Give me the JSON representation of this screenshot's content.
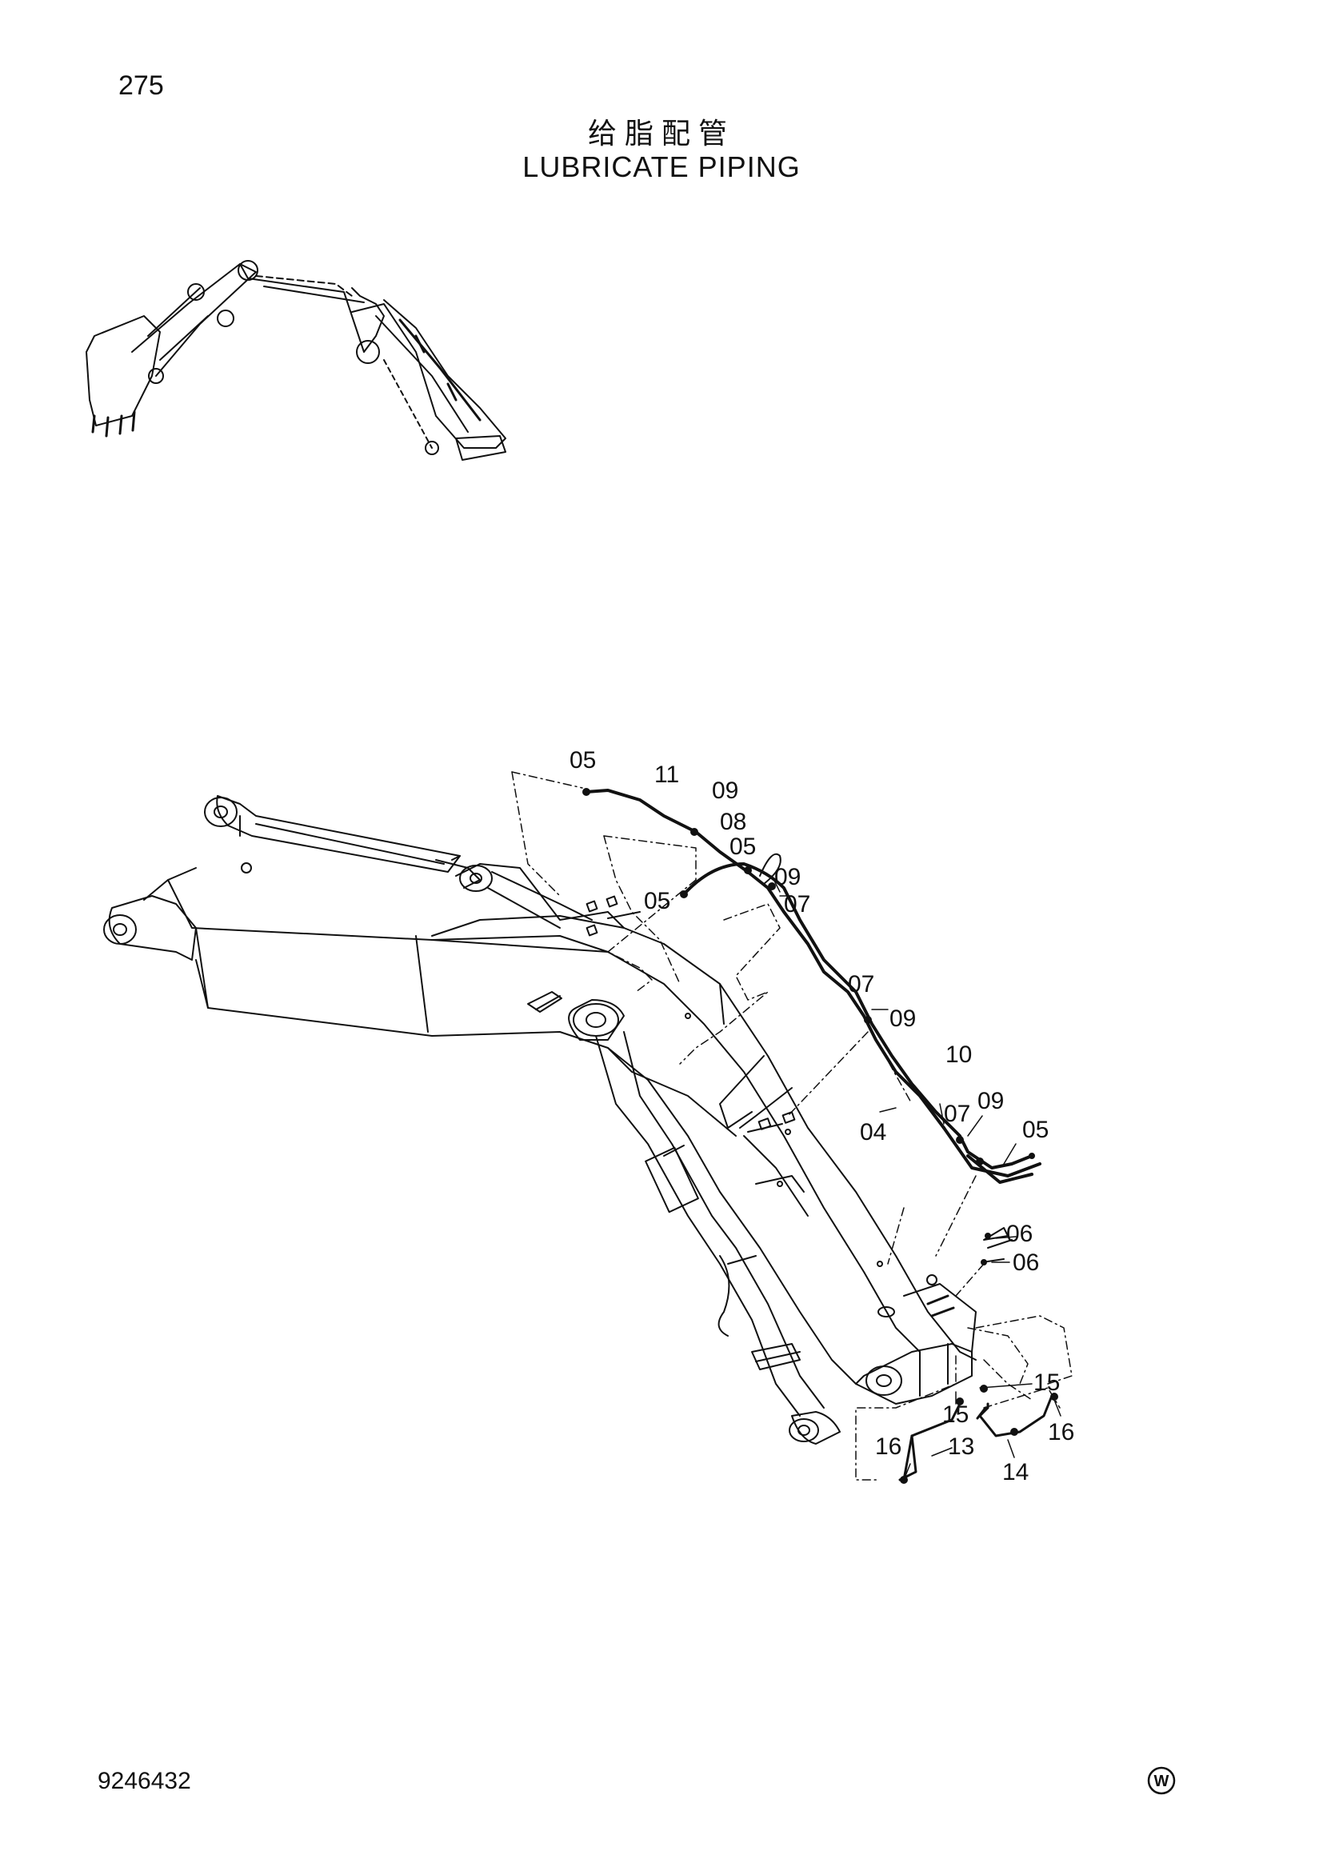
{
  "page": {
    "number": "275",
    "title_cn": "给脂配管",
    "title_en": "LUBRICATE PIPING",
    "document_number": "9246432",
    "mark_letter": "W"
  },
  "callouts": [
    {
      "id": "c-05-top",
      "text": "05"
    },
    {
      "id": "c-11",
      "text": "11"
    },
    {
      "id": "c-09-a",
      "text": "09"
    },
    {
      "id": "c-08",
      "text": "08"
    },
    {
      "id": "c-05-mid",
      "text": "05"
    },
    {
      "id": "c-09-b",
      "text": "09"
    },
    {
      "id": "c-05-left",
      "text": "05"
    },
    {
      "id": "c-07-a",
      "text": "07"
    },
    {
      "id": "c-07-b",
      "text": "07"
    },
    {
      "id": "c-09-c",
      "text": "09"
    },
    {
      "id": "c-10",
      "text": "10"
    },
    {
      "id": "c-07-c",
      "text": "07"
    },
    {
      "id": "c-09-d",
      "text": "09"
    },
    {
      "id": "c-04",
      "text": "04"
    },
    {
      "id": "c-05-right",
      "text": "05"
    },
    {
      "id": "c-06-a",
      "text": "06"
    },
    {
      "id": "c-06-b",
      "text": "06"
    },
    {
      "id": "c-15-a",
      "text": "15"
    },
    {
      "id": "c-15-b",
      "text": "15"
    },
    {
      "id": "c-16-a",
      "text": "16"
    },
    {
      "id": "c-13",
      "text": "13"
    },
    {
      "id": "c-16-b",
      "text": "16"
    },
    {
      "id": "c-14",
      "text": "14"
    }
  ]
}
